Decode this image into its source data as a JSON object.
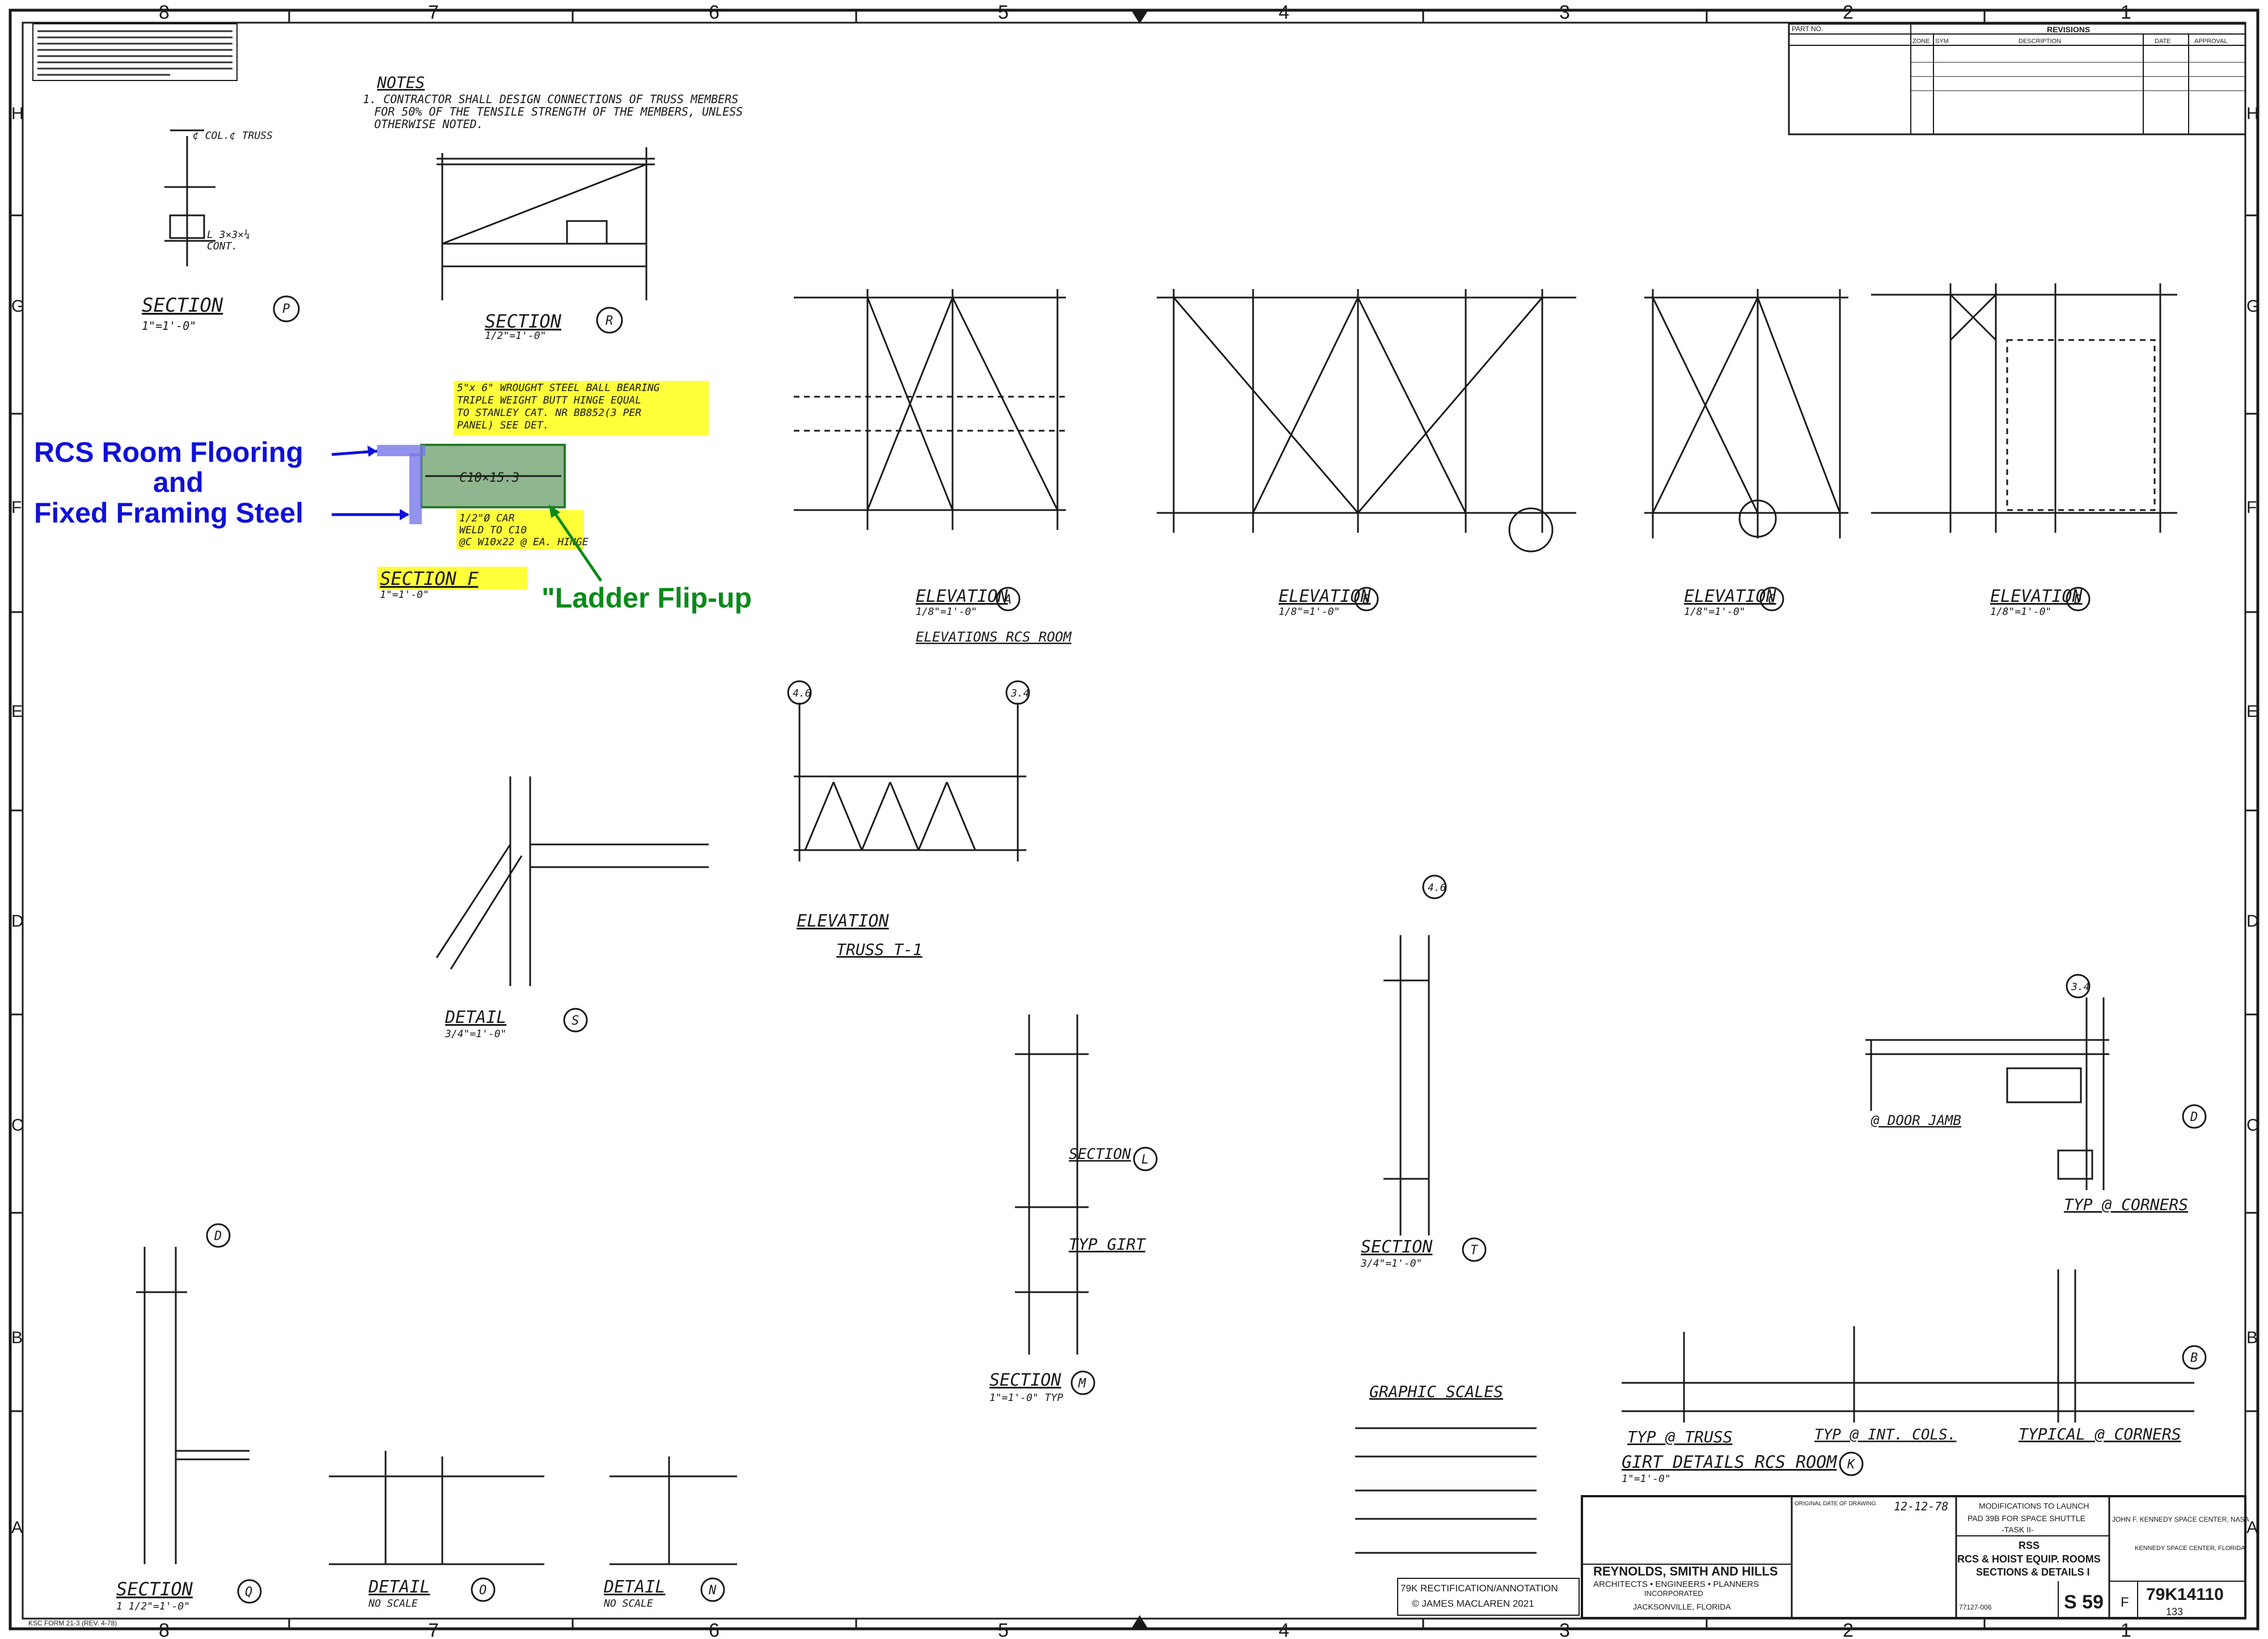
{
  "border": {
    "cols": [
      "8",
      "7",
      "6",
      "5",
      "4",
      "3",
      "2",
      "1"
    ],
    "rows": [
      "H",
      "G",
      "F",
      "E",
      "D",
      "C",
      "B",
      "A"
    ]
  },
  "annotations": {
    "rcs_line1": "RCS Room Flooring",
    "rcs_line2": "and",
    "rcs_line3": "Fixed Framing Steel",
    "ladder": "\"Ladder Flip-up"
  },
  "notes": {
    "heading": "NOTES",
    "line1": "1. CONTRACTOR SHALL DESIGN CONNECTIONS OF TRUSS MEMBERS",
    "line2": "FOR 50% OF THE TENSILE STRENGTH OF THE MEMBERS, UNLESS",
    "line3": "OTHERWISE NOTED."
  },
  "yellow_notes": {
    "hinge1": "5\"x 6\" WROUGHT STEEL BALL BEARING",
    "hinge2": "TRIPLE WEIGHT BUTT HINGE EQUAL",
    "hinge3": "TO STANLEY CAT. NR BB852(3 PER",
    "hinge4": "PANEL) SEE DET.",
    "car1": "1/2\"Ø CAR",
    "car2": "WELD TO C10",
    "car3": "@C W10x22 @ EA. HINGE",
    "section_f": "SECTION F"
  },
  "views": {
    "section_p": "SECTION",
    "section_p_scale": "1\"=1'-0\"",
    "section_r": "SECTION",
    "section_r_scale": "1/2\"=1'-0\"",
    "section_f_scale": "1\"=1'-0\"",
    "elev_a": "ELEVATION",
    "elev_b": "ELEVATION",
    "elev_c": "ELEVATION",
    "elev_d": "ELEVATION",
    "elev_scale": "1/8\"=1'-0\"",
    "elevations_rcs": "ELEVATIONS RCS ROOM",
    "elev_truss": "ELEVATION",
    "truss_t1": "TRUSS T-1",
    "detail_s": "DETAIL",
    "detail_s_scale": "3/4\"=1'-0\"",
    "section_l": "SECTION",
    "typ_girt": "TYP GIRT",
    "section_m": "SECTION",
    "section_m_scale": "1\"=1'-0\" TYP",
    "section_t": "SECTION",
    "section_t_scale": "3/4\"=1'-0\"",
    "door_jamb": "@ DOOR JAMB",
    "typ_corners": "TYP @ CORNERS",
    "typ_truss": "TYP @ TRUSS",
    "typ_int_cols": "TYP @ INT. COLS.",
    "typical_corners": "TYPICAL @ CORNERS",
    "girt_details": "GIRT DETAILS RCS ROOM",
    "girt_scale": "1\"=1'-0\"",
    "section_q": "SECTION",
    "section_q_scale": "1 1/2\"=1'-0\"",
    "detail_o": "DETAIL",
    "detail_n": "DETAIL",
    "no_scale": "NO SCALE",
    "graphic_scales": "GRAPHIC SCALES"
  },
  "revisions": {
    "title": "REVISIONS",
    "col_zone": "ZONE",
    "col_sym": "SYM",
    "col_desc": "DESCRIPTION",
    "col_date": "DATE",
    "col_approval": "APPROVAL",
    "part_no": "PART NO."
  },
  "title_block": {
    "firm1": "REYNOLDS, SMITH AND HILLS",
    "firm2": "ARCHITECTS • ENGINEERS • PLANNERS",
    "firm3": "INCORPORATED",
    "firm4": "JACKSONVILLE, FLORIDA",
    "rectification1": "79K RECTIFICATION/ANNOTATION",
    "rectification2": "© JAMES MACLAREN 2021",
    "original_date_label": "ORIGINAL DATE OF DRAWING",
    "original_date": "12-12-78",
    "mod1": "MODIFICATIONS TO LAUNCH",
    "mod2": "PAD 39B FOR SPACE SHUTTLE",
    "mod3": "-TASK II-",
    "rss": "RSS",
    "title1": "RCS & HOIST EQUIP. ROOMS",
    "title2": "SECTIONS & DETAILS I",
    "sheet_no": "S 59",
    "ksc": "JOHN F. KENNEDY SPACE CENTER, NASA",
    "ksc_loc": "KENNEDY SPACE CENTER, FLORIDA",
    "size": "F",
    "dwg_no": "79K14110",
    "sheet": "133",
    "contract": "77127-006"
  },
  "footer": {
    "form": "KSC FORM 21-3 (REV. 4-78)"
  }
}
